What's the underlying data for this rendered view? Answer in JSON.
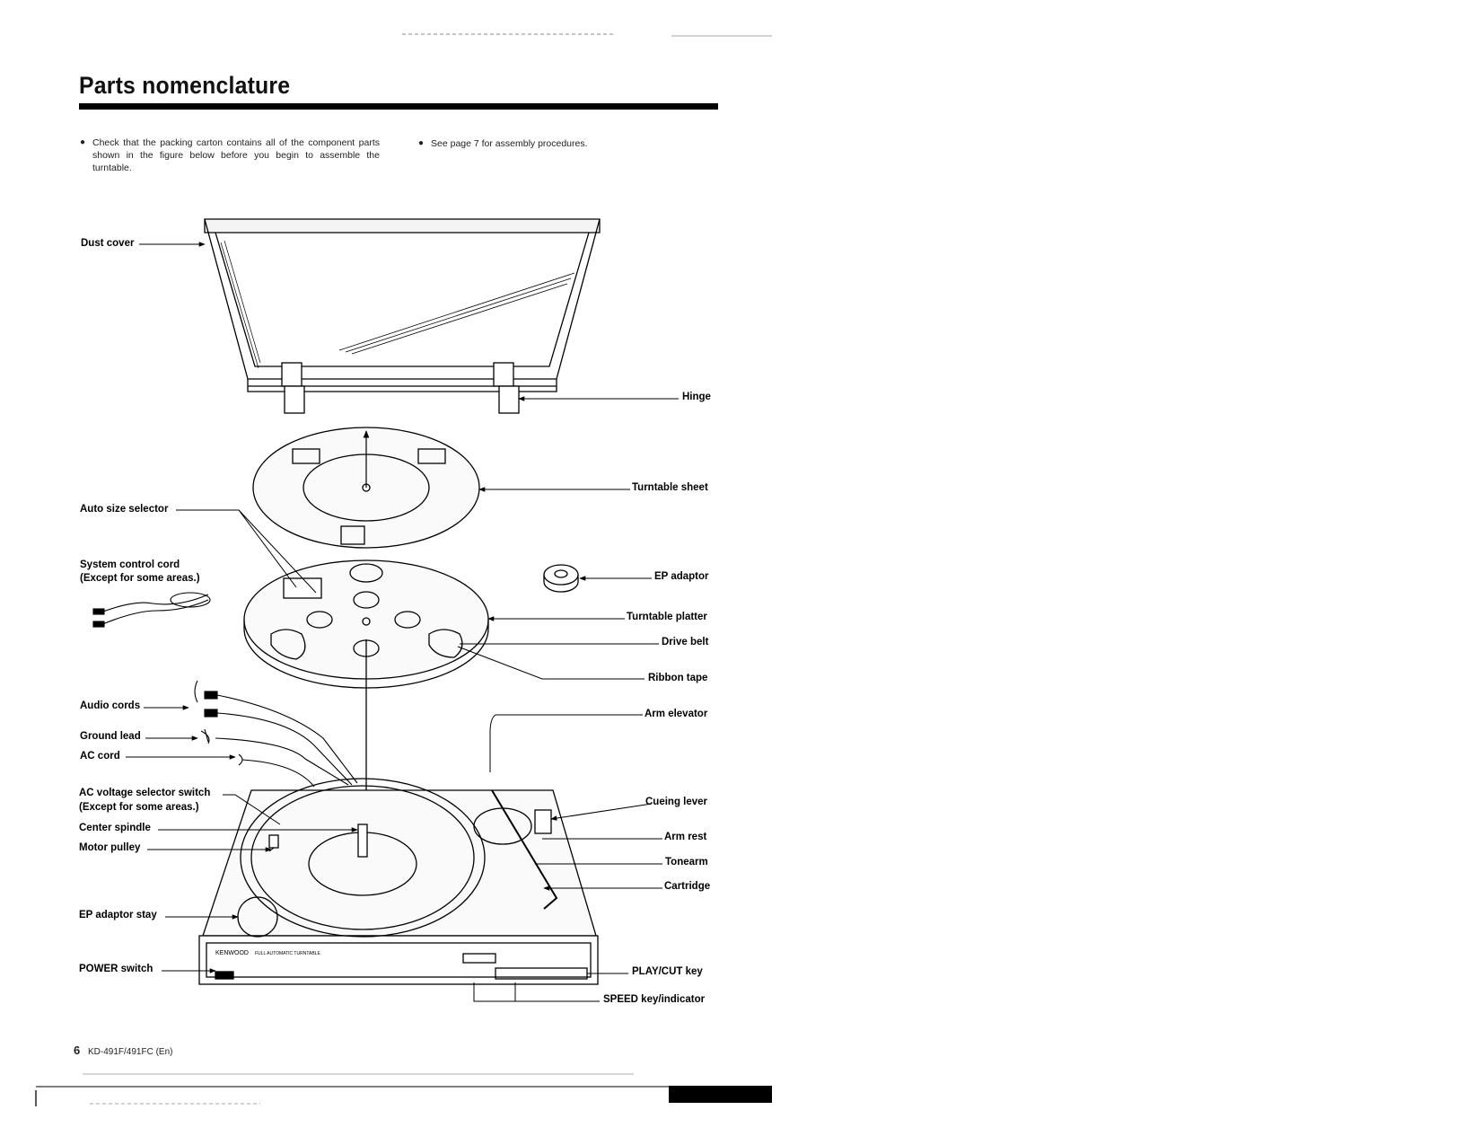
{
  "page": {
    "title": "Parts nomenclature",
    "notes": [
      "Check that the packing carton contains all of the component parts shown in the figure below before you begin to assemble the turntable.",
      "See page 7 for assembly procedures."
    ],
    "bullet_glyph": "●"
  },
  "labels": {
    "dust_cover": "Dust cover",
    "hinge": "Hinge",
    "turntable_sheet": "Turntable sheet",
    "auto_size_selector": "Auto size selector",
    "system_control_cord": "System control cord",
    "system_control_cord_note": "(Except for some areas.)",
    "ep_adaptor": "EP adaptor",
    "turntable_platter": "Turntable platter",
    "drive_belt": "Drive belt",
    "ribbon_tape": "Ribbon tape",
    "audio_cords": "Audio cords",
    "arm_elevator": "Arm elevator",
    "ground_lead": "Ground lead",
    "ac_cord": "AC cord",
    "ac_voltage_selector_switch": "AC voltage selector switch",
    "ac_voltage_selector_note": "(Except for some areas.)",
    "cueing_lever": "Cueing lever",
    "center_spindle": "Center spindle",
    "arm_rest": "Arm rest",
    "motor_pulley": "Motor pulley",
    "tonearm": "Tonearm",
    "cartridge": "Cartridge",
    "ep_adaptor_stay": "EP adaptor stay",
    "power_switch": "POWER switch",
    "play_cut_key": "PLAY/CUT key",
    "speed_key_indicator": "SPEED key/indicator"
  },
  "device_text": {
    "brand": "KENWOOD",
    "model_line": "FULL AUTOMATIC TURNTABLE"
  },
  "footer": {
    "page_number": "6",
    "doc_code": "KD-491F/491FC (En)"
  }
}
